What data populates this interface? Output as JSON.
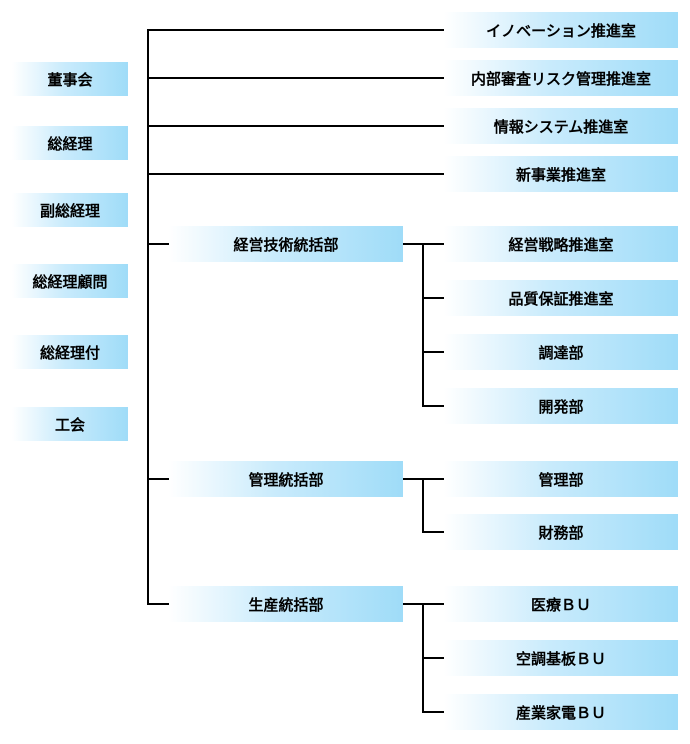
{
  "left_column": {
    "board": "董事会",
    "president": "総経理",
    "vice_president": "副総経理",
    "advisor": "総経理顧問",
    "attached": "総経理付",
    "union": "工会"
  },
  "offices": {
    "innovation": "イノベーション推進室",
    "audit": "内部審査リスク管理推進室",
    "it": "情報システム推進室",
    "new_business": "新事業推進室"
  },
  "divisions": {
    "tech": {
      "label": "経営技術統括部",
      "children": [
        "経営戦略推進室",
        "品質保証推進室",
        "調達部",
        "開発部"
      ]
    },
    "admin": {
      "label": "管理統括部",
      "children": [
        "管理部",
        "財務部"
      ]
    },
    "production": {
      "label": "生産統括部",
      "children": [
        "医療ＢＵ",
        "空調基板ＢＵ",
        "産業家電ＢＵ"
      ]
    }
  },
  "colors": {
    "box_gradient_end": "#9fdcf8",
    "line": "#000000"
  }
}
